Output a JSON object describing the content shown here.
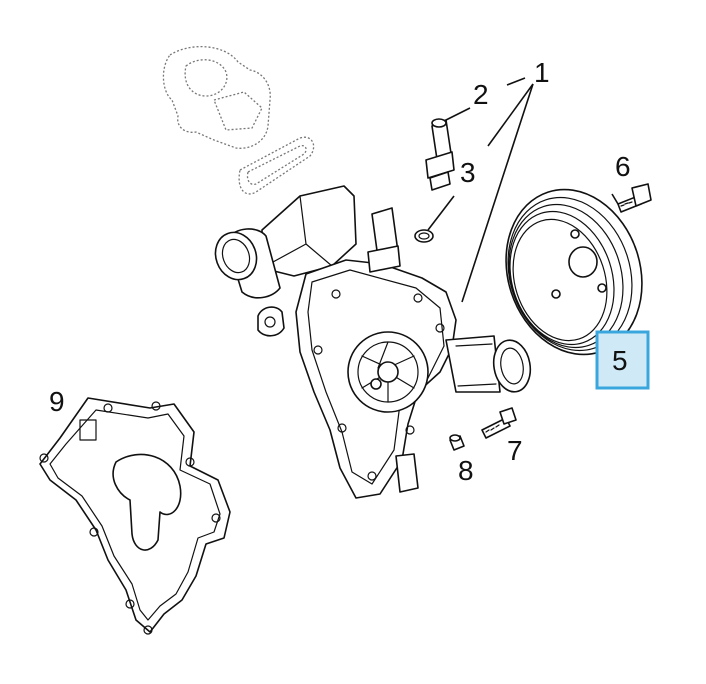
{
  "callouts": {
    "c1": "1",
    "c2": "2",
    "c3": "3",
    "c5": "5",
    "c6": "6",
    "c7": "7",
    "c8": "8",
    "c9": "9"
  },
  "highlighted_callout": "5",
  "colors": {
    "highlight_fill": "#cfe9f7",
    "highlight_border": "#39a7dd",
    "line": "#111111",
    "ghost_part": "#777777"
  }
}
